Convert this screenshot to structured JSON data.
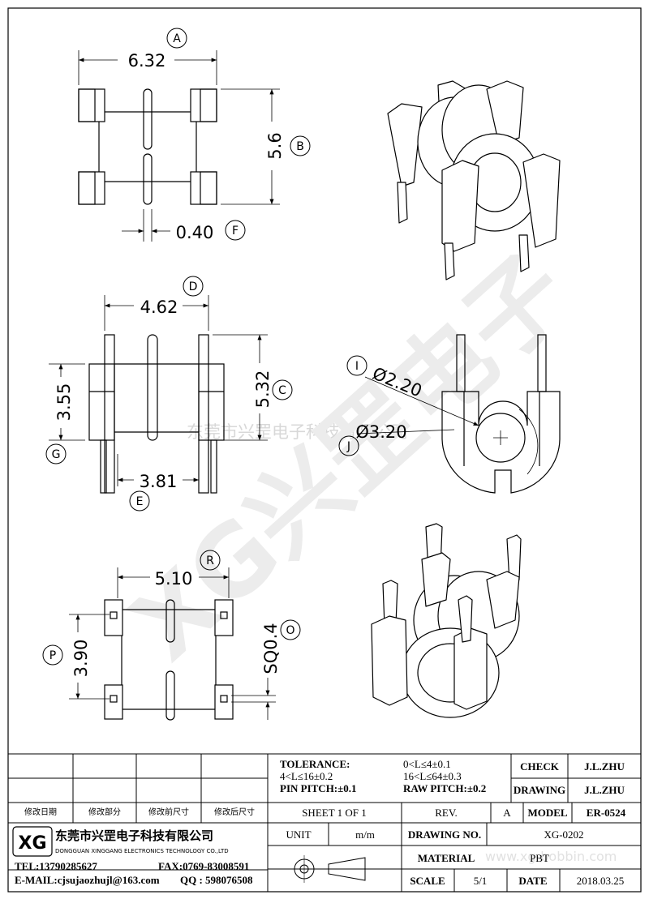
{
  "dimensions": {
    "A": {
      "tag": "A",
      "value": "6.32"
    },
    "B": {
      "tag": "B",
      "value": "5.6"
    },
    "F": {
      "tag": "F",
      "value": "0.40"
    },
    "D": {
      "tag": "D",
      "value": "4.62"
    },
    "C": {
      "tag": "C",
      "value": "5.32"
    },
    "G": {
      "tag": "G",
      "value": "3.55"
    },
    "E": {
      "tag": "E",
      "value": "3.81"
    },
    "I": {
      "tag": "I",
      "value": "Ø2.20"
    },
    "J": {
      "tag": "J",
      "value": "Ø3.20"
    },
    "R": {
      "tag": "R",
      "value": "5.10"
    },
    "P": {
      "tag": "P",
      "value": "3.90"
    },
    "O": {
      "tag": "O",
      "value": "SQ0.4"
    }
  },
  "watermark": {
    "text_line": "东莞市兴罡电子科技有限公司",
    "big_text": "XG兴罡电子",
    "url": "www.xg-bobbin.com"
  },
  "title_block": {
    "revision_headers": [
      "修改日期",
      "修改部分",
      "修改前尺寸",
      "修改后尺寸"
    ],
    "tolerance_label": "TOLERANCE:",
    "tol_1": "4<L≤16±0.2",
    "tol_2": "0<L≤4±0.1",
    "tol_3": "16<L≤64±0.3",
    "pin_pitch": "PIN PITCH:±0.1",
    "raw_pitch": "RAW PITCH:±0.2",
    "check_label": "CHECK",
    "check_value": "J.L.ZHU",
    "drawing_label": "DRAWING",
    "drawing_value": "J.L.ZHU",
    "sheet": "SHEET 1 OF 1",
    "rev_label": "REV.",
    "rev_value": "A",
    "model_label": "MODEL",
    "model_value": "ER-0524",
    "unit_label": "UNIT",
    "unit_value": "m/m",
    "drawing_no_label": "DRAWING NO.",
    "drawing_no_value": "XG-0202",
    "material_label": "MATERIAL",
    "material_value": "PBT",
    "scale_label": "SCALE",
    "scale_value": "5/1",
    "date_label": "DATE",
    "date_value": "2018.03.25",
    "company_cn": "东莞市兴罡电子科技有限公司",
    "company_en": "DONGGUAN XINGGANG ELECTRONICS TECHNOLOGY CO.,LTD",
    "logo_text": "XG",
    "tel": "TEL:13790285627",
    "fax": "FAX:0769-83008591",
    "email": "E-MAIL:cjsujaozhujl@163.com",
    "qq": "QQ : 598076508"
  }
}
